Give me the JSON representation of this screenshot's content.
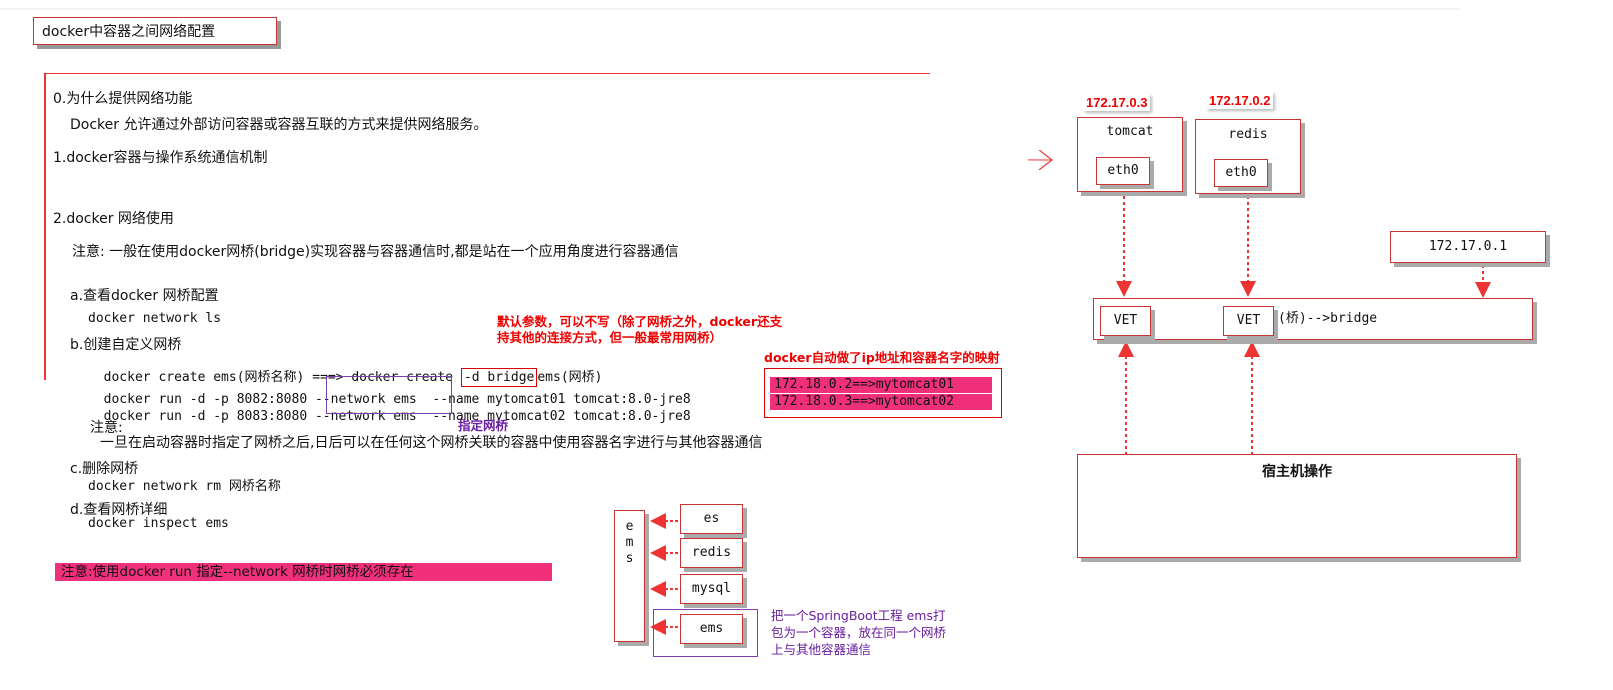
{
  "title": "docker中容器之间网络配置",
  "doc": {
    "s0_heading": "0.为什么提供网络功能",
    "s0_body": "Docker 允许通过外部访问容器或容器互联的方式来提供网络服务。",
    "s1_heading": "1.docker容器与操作系统通信机制",
    "s2_heading": "2.docker 网络使用",
    "s2_note": "注意: 一般在使用docker网桥(bridge)实现容器与容器通信时,都是站在一个应用角度进行容器通信",
    "a_heading": "a.查看docker 网桥配置",
    "a_cmd": "docker network ls",
    "b_heading": "b.创建自定义网桥",
    "b_cmd_prefix": "docker create ems(网桥名称) ===> docker create ",
    "b_cmd_boxed": "-d bridge",
    "b_cmd_suffix": "ems(网桥)",
    "run1_prefix": "docker run -d -p 8082:8080 ",
    "run1_boxed": "--network ems",
    "run1_suffix": "  --name mytomcat01 tomcat:8.0-jre8",
    "run2_prefix": "docker run -d -p 8083:8080 ",
    "run2_boxed": "--network ems",
    "run2_suffix": "  --name mytomcat02 tomcat:8.0-jre8",
    "note_label": "注意:",
    "note_body": "一旦在启动容器时指定了网桥之后,日后可以在任何这个网桥关联的容器中使用容器名字进行与其他容器通信",
    "c_heading": "c.删除网桥",
    "c_cmd": "docker network rm 网桥名称",
    "d_heading": "d.查看网桥详细",
    "d_cmd": "docker inspect ems"
  },
  "annotations": {
    "default_param_line1": "默认参数，可以不写（除了网桥之外，docker还支",
    "default_param_line2": "持其他的连接方式，但一般最常用网桥）",
    "auto_mapping": "docker自动做了ip地址和容器名字的映射",
    "mapping1": "172.18.0.2==>mytomcat01",
    "mapping2": "172.18.0.3==>mytomcat02",
    "specify_bridge": "指定网桥",
    "must_exist": "注意:使用docker run 指定--network 网桥时网桥必须存在",
    "springboot_line1": "把一个SpringBoot工程 ems打",
    "springboot_line2": "包为一个容器，放在同一个网桥",
    "springboot_line3": "上与其他容器通信"
  },
  "ems_diagram": {
    "bridge_label": [
      "e",
      "m",
      "s"
    ],
    "containers": [
      "es",
      "redis",
      "mysql",
      "ems"
    ]
  },
  "network_diagram": {
    "tomcat_ip": "172.17.0.3",
    "redis_ip": "172.17.0.2",
    "tomcat_name": "tomcat",
    "redis_name": "redis",
    "eth0": "eth0",
    "gateway_ip": "172.17.0.1",
    "vet": "VET",
    "bridge_text": "(桥)-->bridge",
    "host_label": "宿主机操作"
  },
  "colors": {
    "accent_red": "#e33333",
    "pink": "#f0307a",
    "purple": "#7a3fb0"
  }
}
